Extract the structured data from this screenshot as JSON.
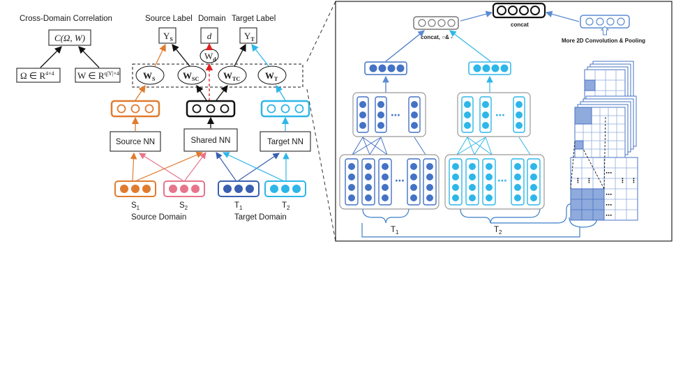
{
  "left": {
    "cross_domain_title": "Cross-Domain Correlation",
    "correlation_formula": "C(Ω, W)",
    "omega_box": "Ω ∈ R",
    "omega_sup": "4×4",
    "w_box": "W ∈ R",
    "w_sup": "q|Y|×4",
    "source_label_title": "Source Label",
    "domain_title": "Domain",
    "target_label_title": "Target Label",
    "ys": "Y",
    "ys_sub": "S",
    "d": "d",
    "yt": "Y",
    "yt_sub": "T",
    "wd": "W",
    "wd_sub": "d",
    "ws": "W",
    "ws_sub": "S",
    "wsc": "W",
    "wsc_sub": "SC",
    "wtc": "W",
    "wtc_sub": "TC",
    "wt": "W",
    "wt_sub": "T",
    "source_nn": "Source NN",
    "shared_nn": "Shared NN",
    "target_nn": "Target NN",
    "s1": "S",
    "s1_sub": "1",
    "s2": "S",
    "s2_sub": "2",
    "t1": "T",
    "t1_sub": "1",
    "t2": "T",
    "t2_sub": "2",
    "source_domain": "Source Domain",
    "target_domain": "Target Domain"
  },
  "right": {
    "concat_left": "concat, ○& -",
    "concat_top": "concat",
    "more_conv": "More 2D Convolution & Pooling",
    "t1": "T",
    "t1_sub": "1",
    "t2": "T",
    "t2_sub": "2",
    "ellipsis": "⋯"
  },
  "colors": {
    "orange": "#e07b2e",
    "pink": "#e8748a",
    "dark_blue": "#3a5fb0",
    "mid_blue": "#4472c4",
    "light_blue": "#2eb6e8",
    "red_dashed": "#e02020",
    "grid_fill": "#8faadc"
  }
}
